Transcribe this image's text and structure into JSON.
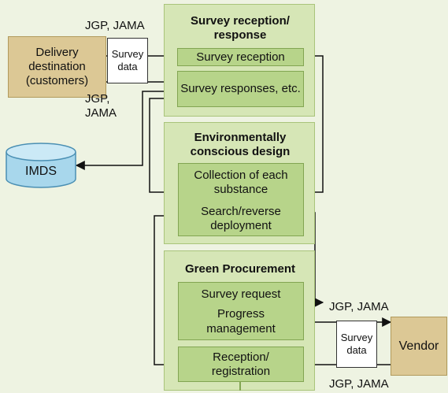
{
  "sections": {
    "reception": {
      "title": "Survey reception/ response",
      "items": [
        "Survey reception",
        "Survey responses, etc."
      ]
    },
    "design": {
      "title": "Environmentally conscious design",
      "items": [
        "Collection of each substance",
        "Search/reverse deployment"
      ]
    },
    "procurement": {
      "title": "Green Procurement",
      "items": [
        "Survey request",
        "Progress management",
        "Reception/ registration"
      ]
    }
  },
  "actors": {
    "delivery": "Delivery destination (customers)",
    "imds": "IMDS",
    "vendor": "Vendor"
  },
  "documents": {
    "left": "Survey data",
    "right": "Survey data"
  },
  "labels": {
    "jgp_top_left": "JGP, JAMA",
    "jgp_bottom_left": "JGP, JAMA",
    "jgp_top_right": "JGP, JAMA",
    "jgp_bottom_right": "JGP, JAMA"
  },
  "colors": {
    "panel": "#d6e6b6",
    "inner": "#b7d48a",
    "actor": "#dcc895",
    "database": "#a8d7ec",
    "background": "#eef3e2"
  }
}
